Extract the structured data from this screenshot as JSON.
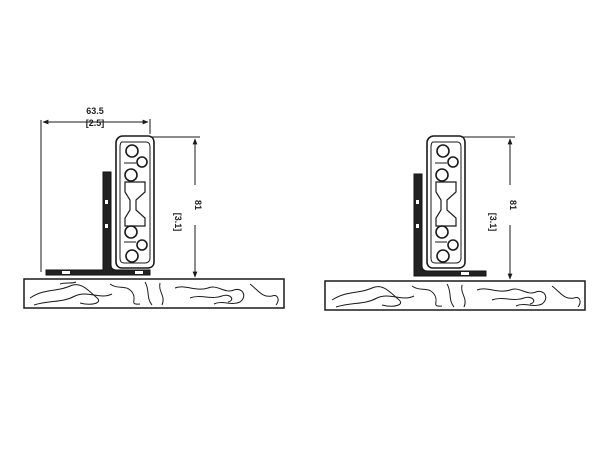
{
  "diagrams": [
    {
      "width_dimension": {
        "metric": "63.5",
        "imperial": "[2.5]"
      },
      "height_dimension": {
        "metric": "81",
        "imperial": "[3.1]"
      }
    },
    {
      "height_dimension": {
        "metric": "81",
        "imperial": "[3.1]"
      }
    }
  ],
  "colors": {
    "line": "#1a1a1a",
    "background": "#ffffff",
    "bracket": "#222222"
  }
}
